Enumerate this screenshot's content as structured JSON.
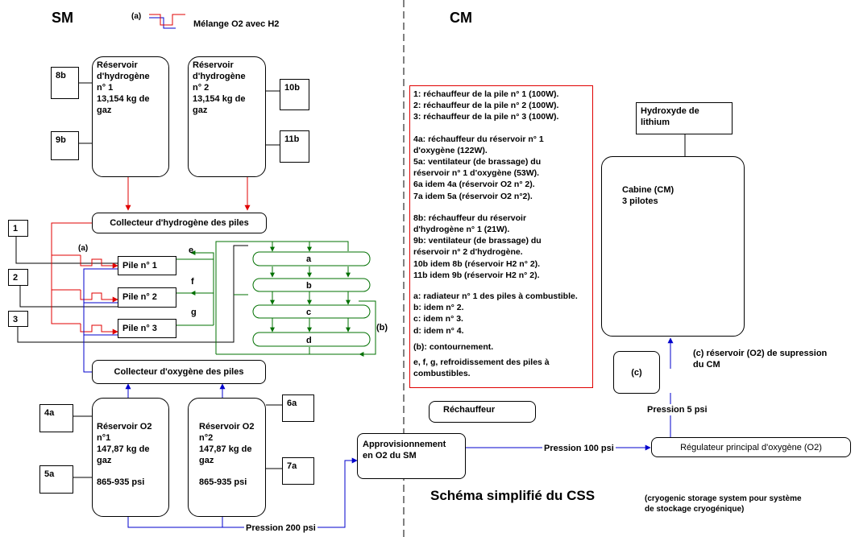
{
  "sections": {
    "sm": "SM",
    "cm": "CM"
  },
  "key": {
    "marker": "(a)",
    "text": "Mélange O2 avec H2"
  },
  "hydrogen_tanks": [
    {
      "text": "Réservoir\nd'hydrogène\nn° 1\n13,154 kg de\ngaz"
    },
    {
      "text": "Réservoir\nd'hydrogène\nn° 2\n13,154 kg de\ngaz"
    }
  ],
  "small_boxes": {
    "b8": "8b",
    "b9": "9b",
    "b10": "10b",
    "b11": "11b",
    "n1": "1",
    "n2": "2",
    "n3": "3",
    "a4": "4a",
    "a5": "5a",
    "a6": "6a",
    "a7": "7a"
  },
  "collectors": {
    "hydrogen": "Collecteur d'hydrogène des piles",
    "oxygen": "Collecteur d'oxygène des piles"
  },
  "cells": [
    "Pile n° 1",
    "Pile n° 2",
    "Pile n° 3"
  ],
  "mix_marker": "(a)",
  "efg": [
    "e",
    "f",
    "g"
  ],
  "radiators": [
    "a",
    "b",
    "c",
    "d"
  ],
  "bypass": "(b)",
  "oxygen_tanks": [
    {
      "text": "Réservoir O2\nn°1\n147,87 kg de\ngaz",
      "pressure": "865-935 psi"
    },
    {
      "text": "Réservoir O2\nn°2\n147,87 kg de\ngaz",
      "pressure": "865-935 psi"
    }
  ],
  "pressures": {
    "p200": "Pression 200 psi",
    "p100": "Pression 100 psi",
    "p5": "Pression 5 psi"
  },
  "supply": "Approvisionnement\nen O2 du SM",
  "heater": "Réchauffeur",
  "regulator": "Régulateur principal d'oxygène (O2)",
  "surge": {
    "box": "(c)",
    "label": "(c) réservoir (O2) de supression\ndu CM"
  },
  "cabin": "Cabine (CM)\n3 pilotes",
  "lithium": "Hydroxyde de\nlithium",
  "legend": [
    "1: réchauffeur de la pile n° 1 (100W).\n2: réchauffeur de la pile n° 2 (100W).\n3: réchauffeur de la pile n° 3 (100W).",
    "4a: réchauffeur du réservoir n° 1\nd'oxygène (122W).\n5a: ventilateur (de brassage) du\nréservoir n° 1 d'oxygène (53W).\n6a idem 4a (réservoir O2 n° 2).\n7a idem 5a (réservoir O2 n°2).",
    "8b: réchauffeur du réservoir\nd'hydrogène n° 1 (21W).\n9b: ventilateur (de brassage) du\nréservoir n° 2 d'hydrogène.\n10b idem 8b (réservoir H2 n° 2).\n11b idem 9b (réservoir H2 n° 2).",
    "a: radiateur n° 1 des piles à combustible.\nb: idem n° 2.\nc: idem n° 3.\nd: idem n° 4.",
    "(b): contournement.",
    "e, f, g, refroidissement des piles à\ncombustibles."
  ],
  "title": "Schéma simplifié du CSS",
  "subtitle": "(cryogenic storage system pour système\nde stockage cryogénique)",
  "colors": {
    "hydrogen": "#e00000",
    "oxygen": "#0000cc",
    "coolant": "#007000",
    "legend_border": "#e00000"
  }
}
